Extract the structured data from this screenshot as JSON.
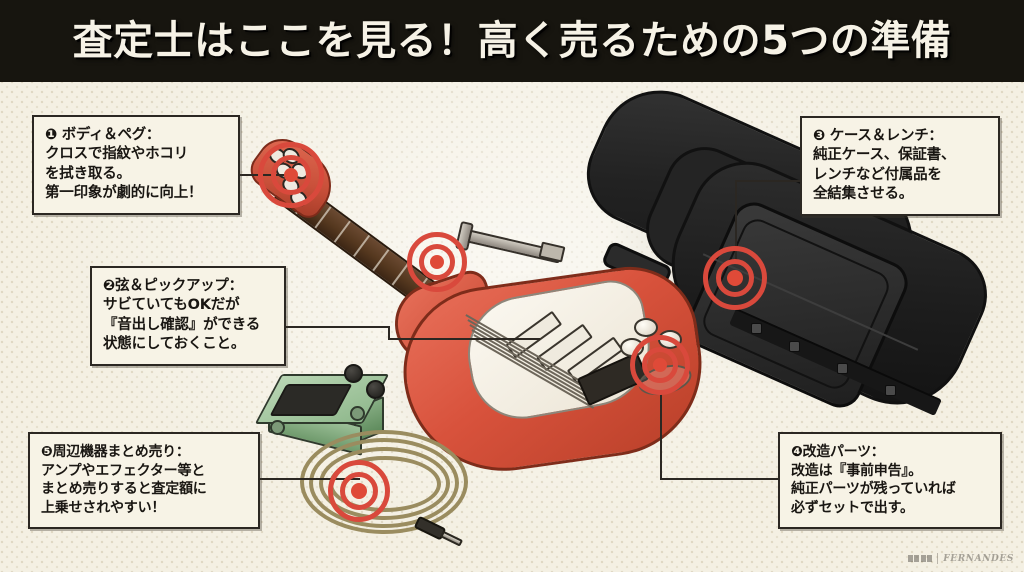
{
  "header": {
    "title": "査定士はここを見る！高く売るための5つの準備"
  },
  "theme": {
    "header_bg": "#17150f",
    "header_text": "#f6f2e6",
    "paper_bg": "#f4f0e3",
    "box_bg": "#f7f3e6",
    "box_border": "#2b2722",
    "target_red": "#d9493c",
    "guitar_red": "#d8523c",
    "case_black": "#252525",
    "pedal_green": "#9cc098",
    "cable_tan": "#9a8c5f"
  },
  "callouts": [
    {
      "id": "callout-1",
      "marker": "❶",
      "heading": "ボディ＆ペグ：",
      "lines": [
        "❶ ボディ＆ペグ：",
        "クロスで指紋やホコリ",
        "を拭き取る。",
        "第一印象が劇的に向上！"
      ]
    },
    {
      "id": "callout-2",
      "marker": "❷",
      "heading": "弦＆ピックアップ：",
      "lines": [
        "❷弦＆ピックアップ：",
        "サビていてもOKだが",
        "『音出し確認』ができる",
        "状態にしておくこと。"
      ]
    },
    {
      "id": "callout-3",
      "marker": "❸",
      "heading": "ケース＆レンチ：",
      "lines": [
        "❸ ケース＆レンチ：",
        "純正ケース、保証書、",
        "レンチなど付属品を",
        "全結集させる。"
      ]
    },
    {
      "id": "callout-4",
      "marker": "❹",
      "heading": "改造パーツ：",
      "lines": [
        "❹改造パーツ：",
        "改造は『事前申告』。",
        "純正パーツが残っていれば",
        "必ずセットで出す。"
      ]
    },
    {
      "id": "callout-5",
      "marker": "❺",
      "heading": "周辺機器まとめ売り：",
      "lines": [
        "❺周辺機器まとめ売り：",
        "アンプやエフェクター等と",
        "まとめ売りすると査定額に",
        "上乗せされやすい！"
      ]
    }
  ],
  "targets": [
    {
      "id": "target-1",
      "label": "headstock-target"
    },
    {
      "id": "target-2",
      "label": "fretboard-target"
    },
    {
      "id": "target-3",
      "label": "case-target"
    },
    {
      "id": "target-4",
      "label": "controls-target"
    },
    {
      "id": "target-5",
      "label": "cable-target"
    }
  ],
  "illustration": {
    "guitar": "electric-guitar-red",
    "case": "hardshell-guitar-case",
    "pedal": "effects-pedal-green",
    "cable": "coiled-instrument-cable",
    "wrench": "allen-wrench"
  },
  "brand": {
    "name": "FERNANDES",
    "tm": "®"
  }
}
